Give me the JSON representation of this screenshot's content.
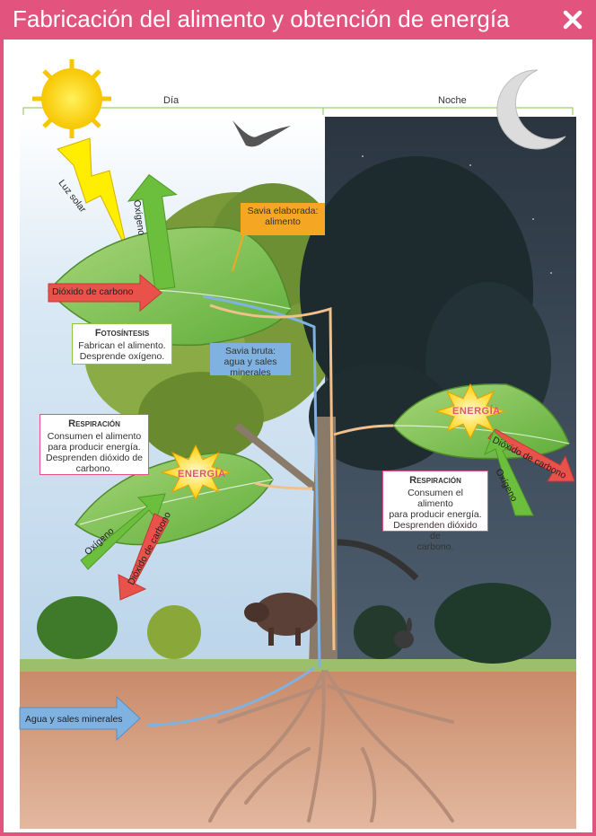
{
  "window": {
    "title": "Fabricación del alimento y obtención de energía"
  },
  "labels": {
    "day": "Día",
    "night": "Noche",
    "sunlight": "Luz solar",
    "oxygen_top": "Oxígeno",
    "co2_top": "Dióxido de carbono",
    "savia_elaborada": "Savia elaborada: alimento",
    "savia_bruta": "Savia bruta: agua y sales minerales",
    "oxygen_left": "Oxígeno",
    "co2_left": "Dióxido de carbono",
    "energy_left": "ENERGÍA",
    "energy_right": "ENERGÍA",
    "co2_right": "Dióxido de carbono",
    "oxygen_right": "Oxígeno",
    "water": "Agua y sales minerales"
  },
  "boxes": {
    "photosynthesis": {
      "heading": "Fotosíntesis",
      "line1": "Fabrican el alimento.",
      "line2": "Desprende oxígeno."
    },
    "respiration_day": {
      "heading": "Respiración",
      "line1": "Consumen el alimento",
      "line2": "para producir energía.",
      "line3": "Desprenden dióxido de",
      "line4": "carbono."
    },
    "respiration_night": {
      "heading": "Respiración",
      "line1": "Consumen el alimento",
      "line2": "para producir energía.",
      "line3": "Desprenden dióxido de",
      "line4": "carbono."
    }
  },
  "colors": {
    "accent": "#e2537d",
    "oxygen_arrow": "#6cbf3c",
    "co2_arrow": "#e8524b",
    "sap_box": "#f5a623",
    "water_arrow": "#7fb2e0",
    "photosynthesis_border": "#8cc63f"
  },
  "icons": {
    "close": "close-icon",
    "sun": "sun-icon",
    "moon": "moon-icon"
  }
}
